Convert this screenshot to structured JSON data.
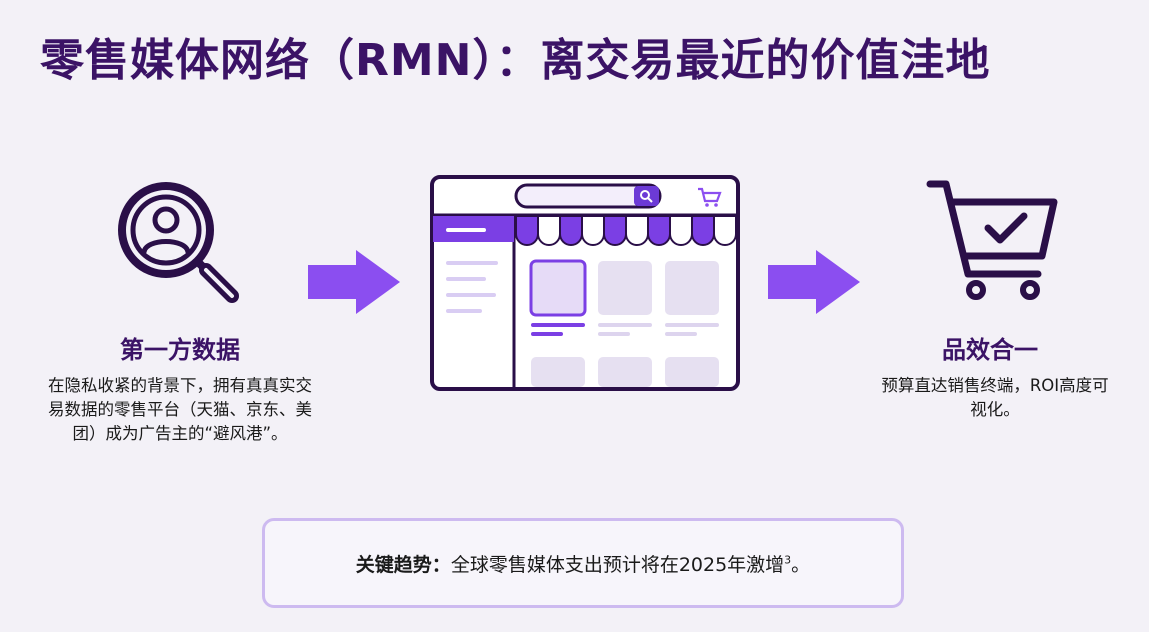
{
  "title": "零售媒体网络（RMN）：离交易最近的价值洼地",
  "left": {
    "heading": "第一方数据",
    "description": "在隐私收紧的背景下，拥有真真实交易数据的零售平台（天猫、京东、美团）成为广告主的“避风港”。",
    "icon": "user-search-icon"
  },
  "center": {
    "icon": "ecommerce-store-icon"
  },
  "right": {
    "heading": "品效合一",
    "description": "预算直达销售终端，ROI高度可视化。",
    "icon": "cart-check-icon"
  },
  "trend": {
    "label": "关键趋势：",
    "text": "全球零售媒体支出预计将在2025年激增",
    "superscript": "3",
    "suffix": "。"
  },
  "colors": {
    "primary": "#3b1366",
    "accent": "#8b4ef0",
    "accent_light": "#cdbaf0",
    "panel": "#e9e3f5"
  }
}
